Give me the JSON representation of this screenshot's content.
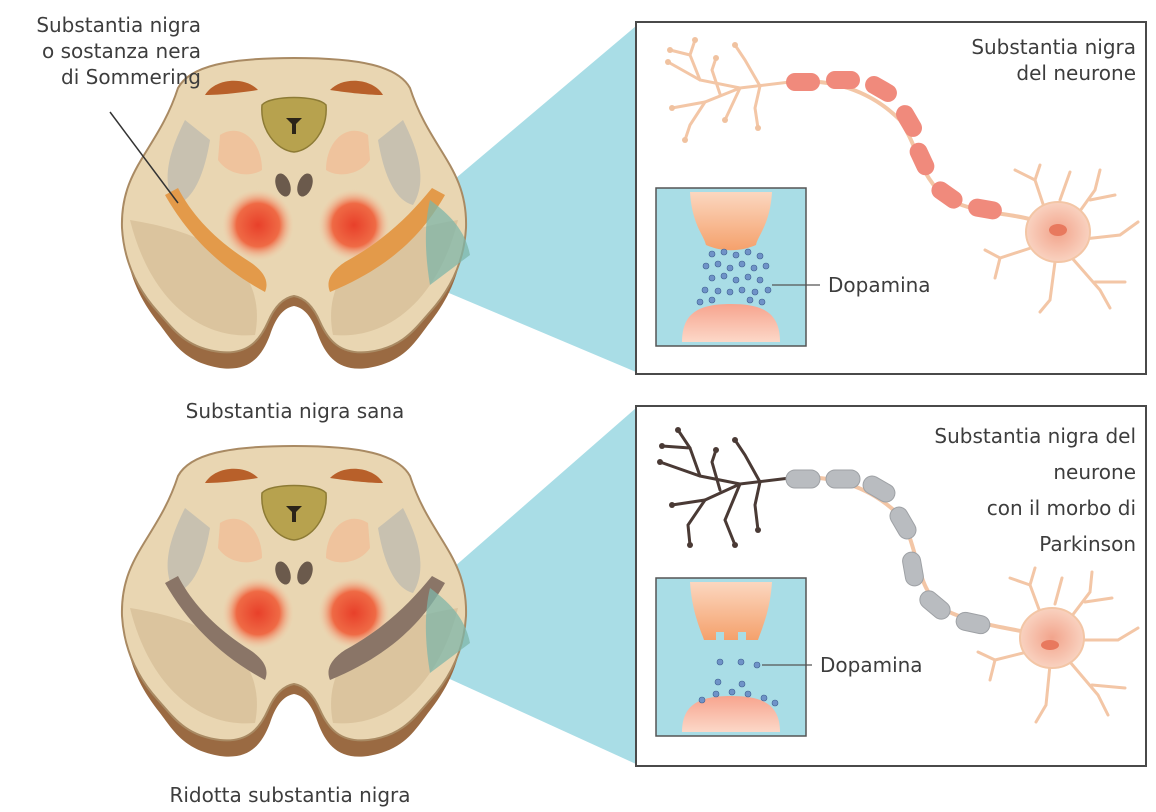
{
  "top": {
    "callout_lines": [
      "Substantia nigra",
      "o sostanza nera",
      "di Sommering"
    ],
    "caption": "Substantia nigra sana",
    "neuron_label_lines": [
      "Substantia nigra",
      "del neurone"
    ],
    "synapse_label": "Dopamina"
  },
  "bottom": {
    "caption": "Ridotta substantia nigra",
    "neuron_label_lines": [
      "Substantia nigra del",
      "neurone",
      "con il morbo di",
      "Parkinson"
    ],
    "synapse_label": "Dopamina"
  },
  "colors": {
    "panel_border": "#4a4a4a",
    "connector": "#a9dde6",
    "healthy_neuron": "#f08a7c",
    "diseased_axon": "#b9bcc0",
    "diseased_dendrites": "#4a3a35",
    "dopamine": "#6f93c8",
    "substantia_healthy": "#e39a4a",
    "substantia_reduced": "#8a7567"
  }
}
